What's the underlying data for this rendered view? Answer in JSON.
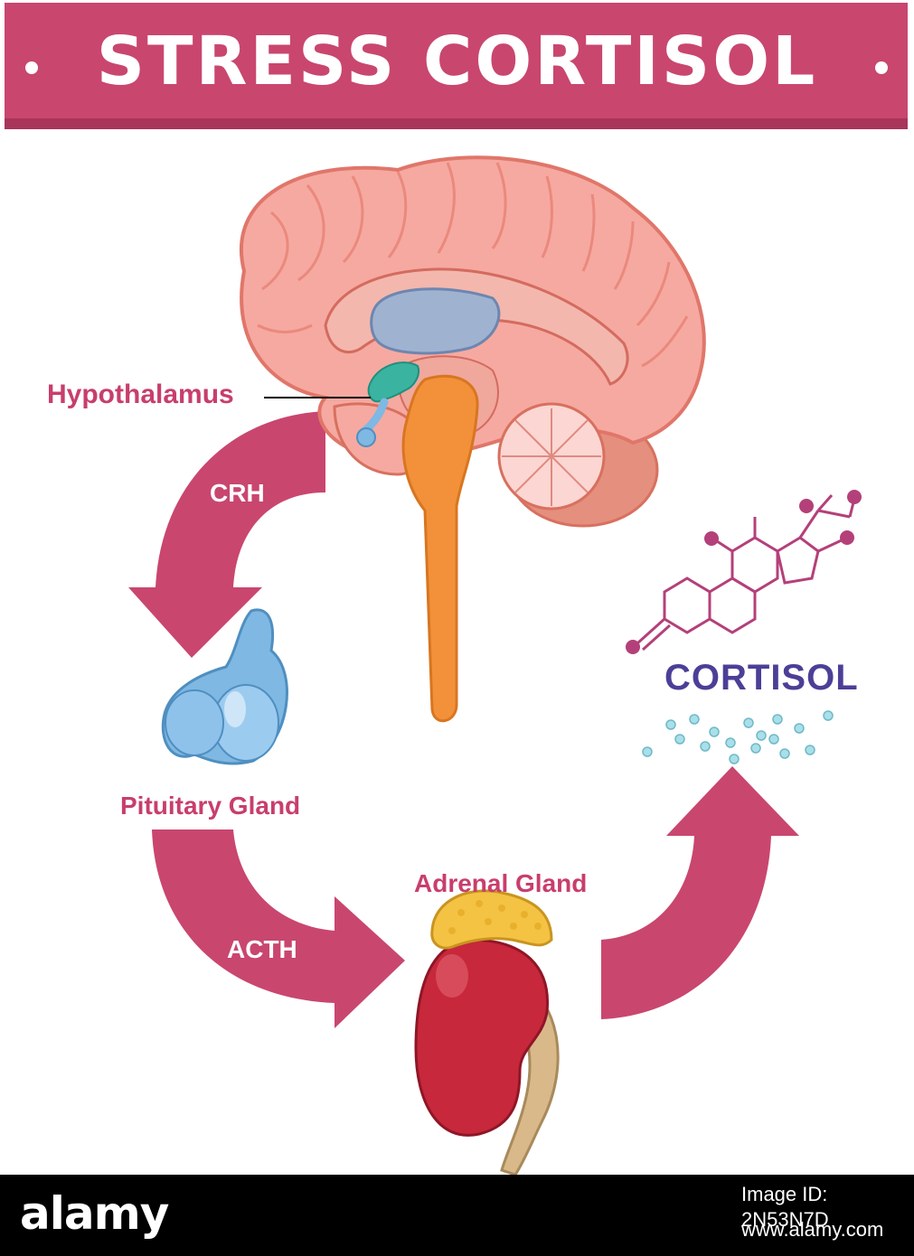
{
  "title": "STRESS CORTISOL",
  "labels": {
    "hypothalamus": "Hypothalamus",
    "pituitary": "Pituitary Gland",
    "adrenal": "Adrenal Gland",
    "cortisol": "CORTISOL"
  },
  "flows": {
    "crh": "CRH",
    "acth": "ACTH"
  },
  "colors": {
    "banner": "#c9466f",
    "arrow": "#c9466f",
    "label": "#c83e6c",
    "cortisol_text": "#4b3f97",
    "molecule": "#b4407a",
    "brain": "#f6a9a0",
    "spinal_cord": "#f2913a",
    "hypothalamus": "#3ab3a0",
    "pituitary": "#7fb8e3",
    "adrenal_cortex": "#f5c343",
    "kidney": "#c7283b"
  },
  "watermark": {
    "brand": "alamy",
    "image_id": "Image ID: 2N53N7D",
    "url": "www.alamy.com"
  }
}
